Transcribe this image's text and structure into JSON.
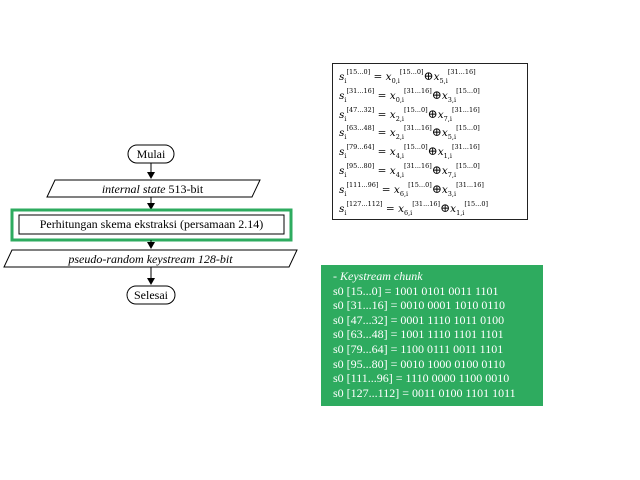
{
  "flowchart": {
    "start": "Mulai",
    "input_italic": "internal state",
    "input_rest": " 513-bit",
    "process": "Perhitungan skema ekstraksi (persamaan 2.14)",
    "output": "pseudo-random keystream 128-bit",
    "end": "Selesai"
  },
  "equations": [
    {
      "s_idx": "i",
      "s_range": "[15...0]",
      "a_sub": "0,i",
      "a_range": "[15...0]",
      "b_sub": "5,i",
      "b_range": "[31...16]"
    },
    {
      "s_idx": "i",
      "s_range": "[31...16]",
      "a_sub": "0,i",
      "a_range": "[31...16]",
      "b_sub": "3,i",
      "b_range": "[15...0]"
    },
    {
      "s_idx": "i",
      "s_range": "[47...32]",
      "a_sub": "2,i",
      "a_range": "[15...0]",
      "b_sub": "7,i",
      "b_range": "[31...16]"
    },
    {
      "s_idx": "i",
      "s_range": "[63...48]",
      "a_sub": "2,i",
      "a_range": "[31...16]",
      "b_sub": "5,i",
      "b_range": "[15...0]"
    },
    {
      "s_idx": "i",
      "s_range": "[79...64]",
      "a_sub": "4,i",
      "a_range": "[15...0]",
      "b_sub": "1,i",
      "b_range": "[31...16]"
    },
    {
      "s_idx": "i",
      "s_range": "[95...80]",
      "a_sub": "4,i",
      "a_range": "[31...16]",
      "b_sub": "7,i",
      "b_range": "[15...0]"
    },
    {
      "s_idx": "i",
      "s_range": "[111...96]",
      "a_sub": "6,i",
      "a_range": "[15...0]",
      "b_sub": "3,i",
      "b_range": "[31...16]"
    },
    {
      "s_idx": "i",
      "s_range": "[127...112]",
      "a_sub": "6,i",
      "a_range": "[31...16]",
      "b_sub": "1,i",
      "b_range": "[15...0]"
    }
  ],
  "keystream_panel": {
    "title": "- Keystream chunk",
    "lines": [
      "s0 [15...0] = 1001 0101 0011 1101",
      "s0 [31...16] = 0010 0001 1010 0110",
      "s0 [47...32] = 0001 1110 1011 0100",
      "s0 [63...48] = 1001 1110 1101 1101",
      "s0 [79...64] = 1100 0111 0011 1101",
      "s0 [95...80] = 0010 1000 0100 0110",
      "s0 [111...96] = 1110 0000 1100 0010",
      "s0 [127...112] = 0011 0100 1101 1011"
    ]
  },
  "colors": {
    "highlight": "#2eab5f",
    "panel_bg": "#2eab5f",
    "panel_text": "#ffffff"
  }
}
